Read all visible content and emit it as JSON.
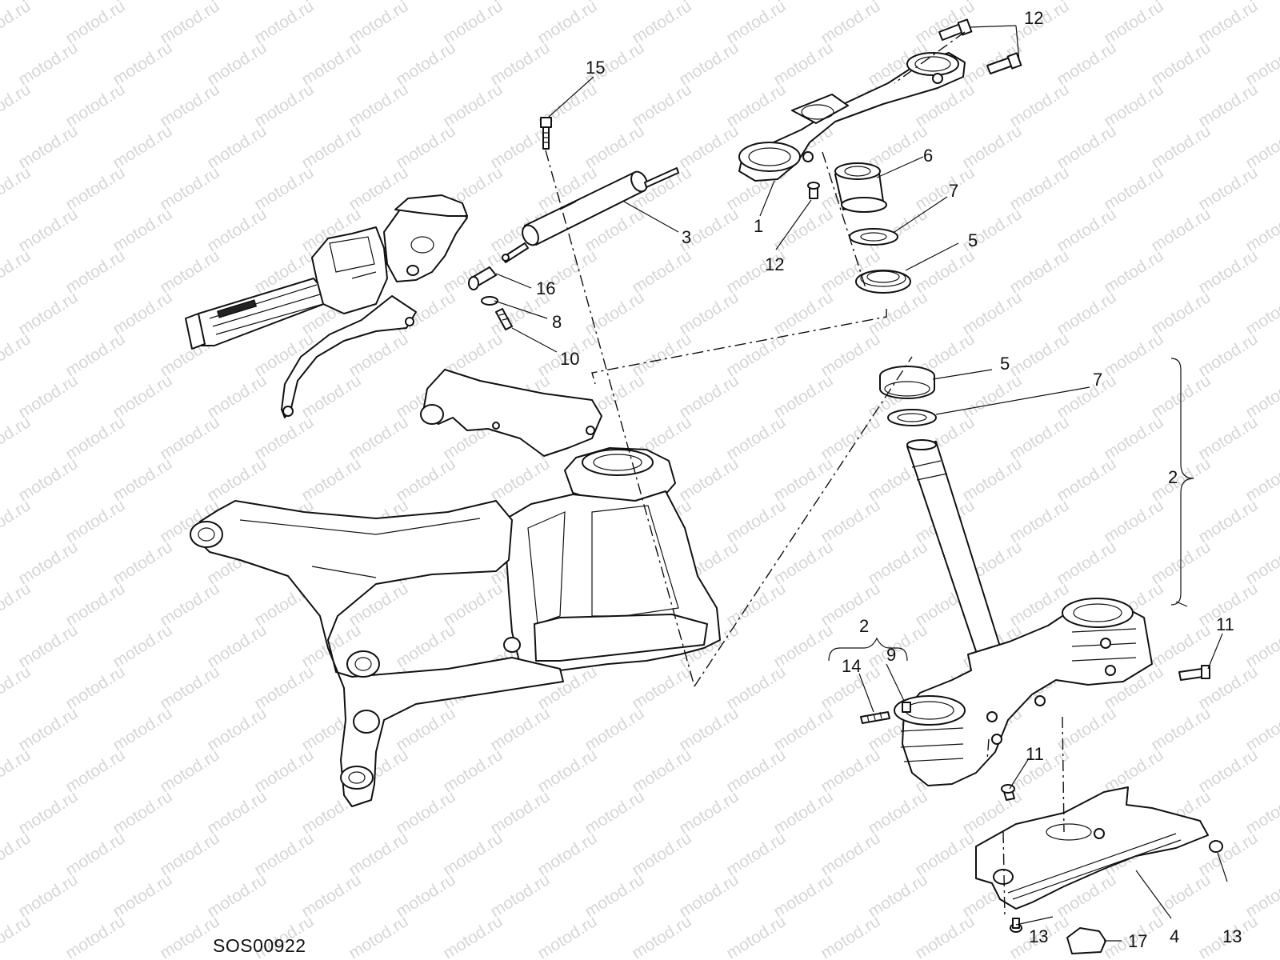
{
  "diagram": {
    "drawing_code": "SOS00922",
    "watermark": "motod.ru",
    "callouts": {
      "c15": "15",
      "c3": "3",
      "c16": "16",
      "c8": "8",
      "c10": "10",
      "c12a": "12",
      "c12b": "12",
      "c6": "6",
      "c7a": "7",
      "c1": "1",
      "c5a": "5",
      "c5b": "5",
      "c7b": "7",
      "c2a": "2",
      "c2b": "2",
      "c14": "14",
      "c9": "9",
      "c11a": "11",
      "c11b": "11",
      "c13a": "13",
      "c13b": "13",
      "c4": "4",
      "c17": "17"
    }
  }
}
